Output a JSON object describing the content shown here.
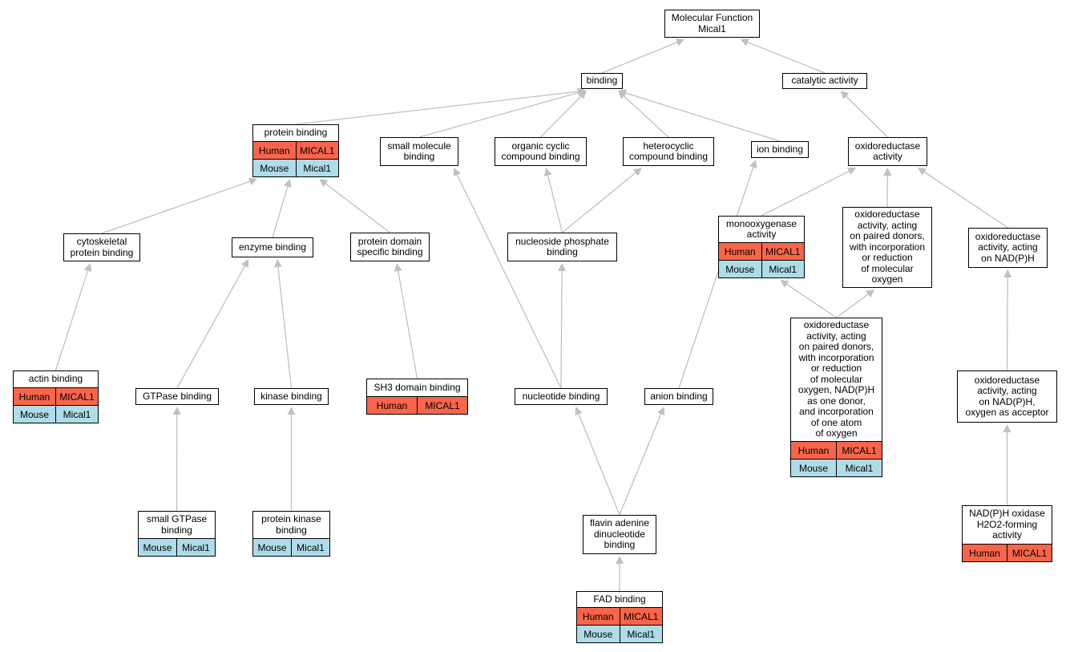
{
  "colors": {
    "human": "#f8654a",
    "mouse": "#aedce9",
    "edge": "#c0c0c0"
  },
  "nodes": {
    "molecular_function": {
      "label": "Molecular Function\nMical1",
      "rows": []
    },
    "binding": {
      "label": "binding",
      "rows": []
    },
    "catalytic_activity": {
      "label": "catalytic activity",
      "rows": []
    },
    "protein_binding": {
      "label": "protein binding",
      "rows": [
        {
          "species": "Human",
          "gene": "MICAL1"
        },
        {
          "species": "Mouse",
          "gene": "Mical1"
        }
      ]
    },
    "small_molecule_binding": {
      "label": "small molecule\nbinding",
      "rows": []
    },
    "organic_cyclic": {
      "label": "organic cyclic\ncompound binding",
      "rows": []
    },
    "heterocyclic": {
      "label": "heterocyclic\ncompound binding",
      "rows": []
    },
    "ion_binding": {
      "label": "ion binding",
      "rows": []
    },
    "oxidoreductase_activity": {
      "label": "oxidoreductase\nactivity",
      "rows": []
    },
    "cytoskeletal": {
      "label": "cytoskeletal\nprotein binding",
      "rows": []
    },
    "enzyme_binding": {
      "label": "enzyme binding",
      "rows": []
    },
    "protein_domain": {
      "label": "protein domain\nspecific binding",
      "rows": []
    },
    "nucleoside_phosphate": {
      "label": "nucleoside phosphate\nbinding",
      "rows": []
    },
    "monooxygenase": {
      "label": "monooxygenase\nactivity",
      "rows": [
        {
          "species": "Human",
          "gene": "MICAL1"
        },
        {
          "species": "Mouse",
          "gene": "Mical1"
        }
      ]
    },
    "oxido_paired": {
      "label": "oxidoreductase\nactivity, acting\non paired donors,\nwith incorporation\nor reduction\nof molecular\noxygen",
      "rows": []
    },
    "oxido_nadph": {
      "label": "oxidoreductase\nactivity, acting\non NAD(P)H",
      "rows": []
    },
    "actin_binding": {
      "label": "actin binding",
      "rows": [
        {
          "species": "Human",
          "gene": "MICAL1"
        },
        {
          "species": "Mouse",
          "gene": "Mical1"
        }
      ]
    },
    "gtpase_binding": {
      "label": "GTPase binding",
      "rows": []
    },
    "kinase_binding": {
      "label": "kinase binding",
      "rows": []
    },
    "sh3_binding": {
      "label": "SH3 domain binding",
      "rows": [
        {
          "species": "Human",
          "gene": "MICAL1"
        }
      ]
    },
    "nucleotide_binding": {
      "label": "nucleotide binding",
      "rows": []
    },
    "anion_binding": {
      "label": "anion binding",
      "rows": []
    },
    "oxido_paired_nadph": {
      "label": "oxidoreductase\nactivity, acting\non paired donors,\nwith incorporation\nor reduction\nof molecular\noxygen, NAD(P)H\nas one donor,\nand incorporation\nof one atom\nof oxygen",
      "rows": [
        {
          "species": "Human",
          "gene": "MICAL1"
        },
        {
          "species": "Mouse",
          "gene": "Mical1"
        }
      ]
    },
    "oxido_nadph_oxygen": {
      "label": "oxidoreductase\nactivity, acting\non NAD(P)H,\noxygen as acceptor",
      "rows": []
    },
    "small_gtpase": {
      "label": "small GTPase\nbinding",
      "rows": [
        {
          "species": "Mouse",
          "gene": "Mical1"
        }
      ]
    },
    "protein_kinase": {
      "label": "protein kinase\nbinding",
      "rows": [
        {
          "species": "Mouse",
          "gene": "Mical1"
        }
      ]
    },
    "flavin_adenine": {
      "label": "flavin adenine\ndinucleotide\nbinding",
      "rows": []
    },
    "nadph_oxidase": {
      "label": "NAD(P)H oxidase\nH2O2-forming\nactivity",
      "rows": [
        {
          "species": "Human",
          "gene": "MICAL1"
        }
      ]
    },
    "fad_binding": {
      "label": "FAD binding",
      "rows": [
        {
          "species": "Human",
          "gene": "MICAL1"
        },
        {
          "species": "Mouse",
          "gene": "Mical1"
        }
      ]
    }
  },
  "edges": [
    [
      "binding",
      "molecular_function"
    ],
    [
      "catalytic_activity",
      "molecular_function"
    ],
    [
      "protein_binding",
      "binding"
    ],
    [
      "small_molecule_binding",
      "binding"
    ],
    [
      "organic_cyclic",
      "binding"
    ],
    [
      "heterocyclic",
      "binding"
    ],
    [
      "ion_binding",
      "binding"
    ],
    [
      "oxidoreductase_activity",
      "catalytic_activity"
    ],
    [
      "cytoskeletal",
      "protein_binding"
    ],
    [
      "enzyme_binding",
      "protein_binding"
    ],
    [
      "protein_domain",
      "protein_binding"
    ],
    [
      "nucleoside_phosphate",
      "organic_cyclic"
    ],
    [
      "nucleoside_phosphate",
      "heterocyclic"
    ],
    [
      "monooxygenase",
      "oxidoreductase_activity"
    ],
    [
      "oxido_paired",
      "oxidoreductase_activity"
    ],
    [
      "oxido_nadph",
      "oxidoreductase_activity"
    ],
    [
      "actin_binding",
      "cytoskeletal"
    ],
    [
      "gtpase_binding",
      "enzyme_binding"
    ],
    [
      "kinase_binding",
      "enzyme_binding"
    ],
    [
      "sh3_binding",
      "protein_domain"
    ],
    [
      "nucleotide_binding",
      "small_molecule_binding"
    ],
    [
      "nucleotide_binding",
      "nucleoside_phosphate"
    ],
    [
      "anion_binding",
      "ion_binding"
    ],
    [
      "oxido_paired_nadph",
      "monooxygenase"
    ],
    [
      "oxido_paired_nadph",
      "oxido_paired"
    ],
    [
      "oxido_nadph_oxygen",
      "oxido_nadph"
    ],
    [
      "small_gtpase",
      "gtpase_binding"
    ],
    [
      "protein_kinase",
      "kinase_binding"
    ],
    [
      "flavin_adenine",
      "nucleotide_binding"
    ],
    [
      "flavin_adenine",
      "anion_binding"
    ],
    [
      "nadph_oxidase",
      "oxido_nadph_oxygen"
    ],
    [
      "fad_binding",
      "flavin_adenine"
    ]
  ]
}
